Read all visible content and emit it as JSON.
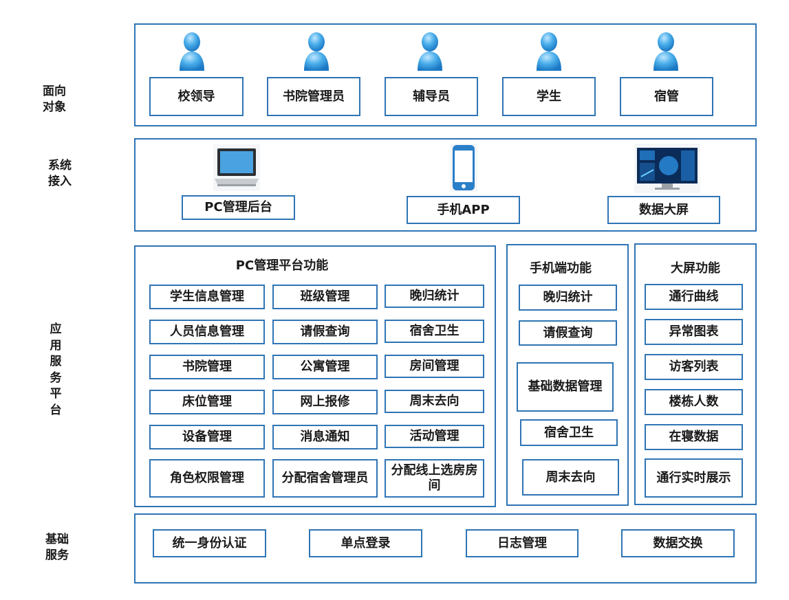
{
  "row_labels": {
    "audience": "面向\n对象",
    "access": "系统\n接入",
    "platform": "应用服务平台",
    "base": "基础\n服务"
  },
  "audience": [
    "校领导",
    "书院管理员",
    "辅导员",
    "学生",
    "宿管"
  ],
  "access": {
    "pc": "PC管理后台",
    "mobile": "手机APP",
    "screen": "数据大屏"
  },
  "pc_panel": {
    "title": "PC管理平台功能",
    "items": [
      "学生信息管理",
      "班级管理",
      "晚归统计",
      "人员信息管理",
      "请假查询",
      "宿舍卫生",
      "书院管理",
      "公寓管理",
      "房间管理",
      "床位管理",
      "网上报修",
      "周末去向",
      "设备管理",
      "消息通知",
      "活动管理",
      "角色权限管理",
      "分配宿舍管理员",
      "分配线上选房房间"
    ]
  },
  "mobile_panel": {
    "title": "手机端功能",
    "items": [
      "晚归统计",
      "请假查询",
      "基础数据管理",
      "宿舍卫生",
      "周末去向"
    ]
  },
  "screen_panel": {
    "title": "大屏功能",
    "items": [
      "通行曲线",
      "异常图表",
      "访客列表",
      "楼栋人数",
      "在寝数据",
      "通行实时展示"
    ]
  },
  "base_services": [
    "统一身份认证",
    "单点登录",
    "日志管理",
    "数据交换"
  ],
  "icons": {
    "person": "person-icon",
    "laptop": "laptop-icon",
    "phone": "phone-icon",
    "screen": "big-screen-icon"
  },
  "colors": {
    "border": "#2e74b5",
    "person": "#3a9ee0"
  }
}
